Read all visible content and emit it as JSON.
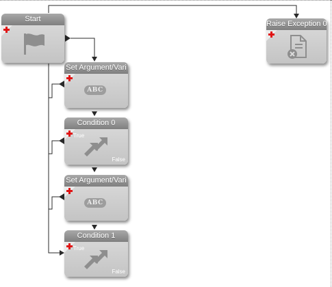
{
  "nodes": {
    "start": {
      "title": "Start"
    },
    "raise_exception": {
      "title": "Raise Exception 0"
    },
    "set_argument_1": {
      "title": "Set Argument/Vari",
      "badge": "ABC"
    },
    "condition_0": {
      "title": "Condition 0",
      "true_label": "True",
      "false_label": "False"
    },
    "set_argument_2": {
      "title": "Set Argument/Vari",
      "badge": "ABC"
    },
    "condition_1": {
      "title": "Condition 1",
      "true_label": "True",
      "false_label": "False"
    }
  },
  "icons": {
    "start": "flag-icon",
    "raise_exception": "document-error-icon",
    "set_argument": "abc-icon",
    "condition": "diagonal-arrows-icon",
    "add": "add-plus-icon"
  },
  "colors": {
    "node_body": "#c8c8c8",
    "node_header": "#8f8f8f",
    "add_icon": "#e01212",
    "wire": "#2a2a2a"
  }
}
